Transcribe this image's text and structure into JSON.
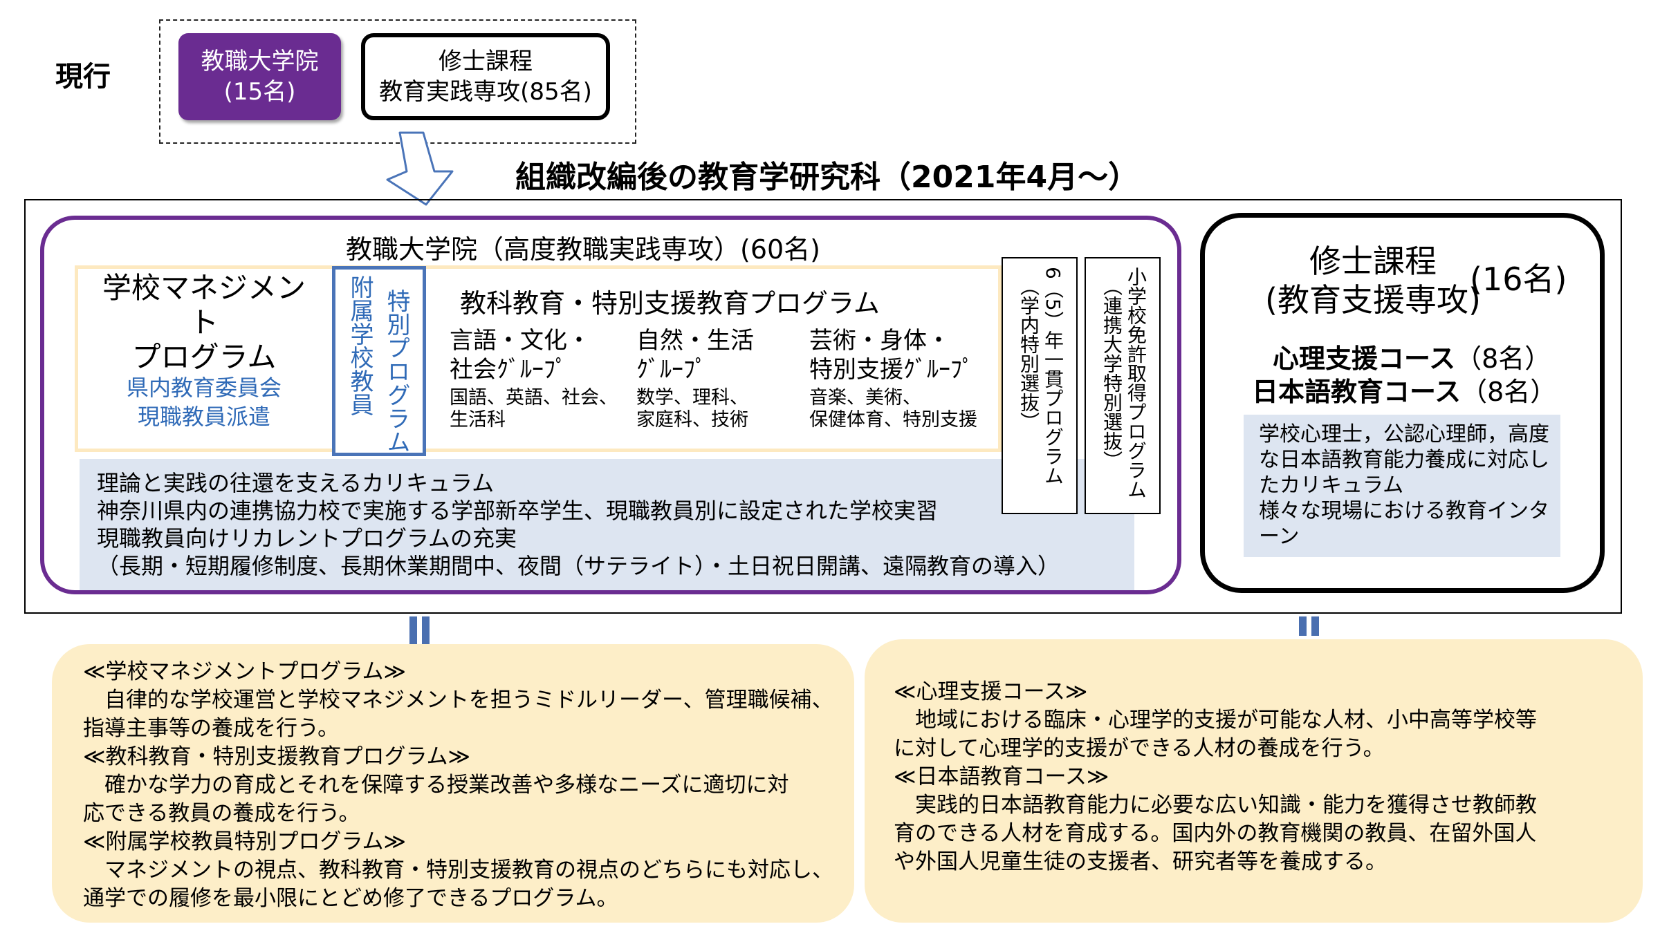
{
  "current": {
    "label": "現行",
    "kyoshoku": "教職大学院\n(15名)",
    "shushi": "修士課程\n教育実践専攻(85名)"
  },
  "main_title": "組織改編後の教育学研究科（2021年4月～）",
  "kyoshoku_daigakuin": {
    "title": "教職大学院（高度教職実践専攻）(60名)",
    "management": {
      "title": "学校マネジメント\nプログラム",
      "sub": "県内教育委員会\n現職教員派遣"
    },
    "fuzoku": {
      "col1": "附属学校教員",
      "col2": "特別プログラム"
    },
    "kyoka": {
      "title": "教科教育・特別支援教育プログラム",
      "groups": [
        {
          "title": "言語・文化・\n社会ｸﾞﾙｰﾌﾟ",
          "sub": "国語、英語、社会、\n生活科"
        },
        {
          "title": "自然・生活\nｸﾞﾙｰﾌﾟ",
          "sub": "数学、理科、\n家庭科、技術"
        },
        {
          "title": "芸術・身体・\n特別支援ｸﾞﾙｰﾌﾟ",
          "sub": "音楽、美術、\n保健体育、特別支援"
        }
      ]
    },
    "curriculum": [
      "理論と実践の往還を支えるカリキュラム",
      "神奈川県内の連携協力校で実施する学部新卒学生、現職教員別に設定された学校実習",
      "現職教員向けリカレントプログラムの充実",
      "（長期・短期履修制度、長期休業期間中、夜間（サテライト）・土日祝日開講、遠隔教育の導入）"
    ],
    "box6": {
      "col1": "6（5）年一貫プログラム",
      "col2": "（学内特別選抜）"
    },
    "box_sho": {
      "col1": "小学校免許取得プログラム",
      "col2": "（連携大学特別選抜）"
    }
  },
  "shushi": {
    "title": "修士課程\n(教育支援専攻)",
    "count": "(16名)",
    "course1_name": "心理支援コース",
    "course1_count": "（8名）",
    "course2_name": "日本語教育コース",
    "course2_count": "（8名）",
    "description": "学校心理士，公認心理師，高度な日本語教育能力養成に対応したカリキュラム\n様々な現場における教育インターン"
  },
  "bottom_left": [
    {
      "heading": "≪学校マネジメントプログラム≫",
      "body": "　自律的な学校運営と学校マネジメントを担うミドルリーダー、管理職候補、\n指導主事等の養成を行う。"
    },
    {
      "heading": "≪教科教育・特別支援教育プログラム≫",
      "body": "　確かな学力の育成とそれを保障する授業改善や多様なニーズに適切に対\n応できる教員の養成を行う。"
    },
    {
      "heading": "≪附属学校教員特別プログラム≫",
      "body": "　マネジメントの視点、教科教育・特別支援教育の視点のどちらにも対応し、\n通学での履修を最小限にとどめ修了できるプログラム。"
    }
  ],
  "bottom_right": [
    {
      "heading": "≪心理支援コース≫",
      "body": "　地域における臨床・心理学的支援が可能な人材、小中高等学校等\nに対して心理学的支援ができる人材の養成を行う。"
    },
    {
      "heading": "≪日本語教育コース≫",
      "body": "　実践的日本語教育能力に必要な広い知識・能力を獲得させ教師教\n育のできる人材を育成する。国内外の教育機関の教員、在留外国人\nや外国人児童生徒の支援者、研究者等を養成する。"
    }
  ]
}
